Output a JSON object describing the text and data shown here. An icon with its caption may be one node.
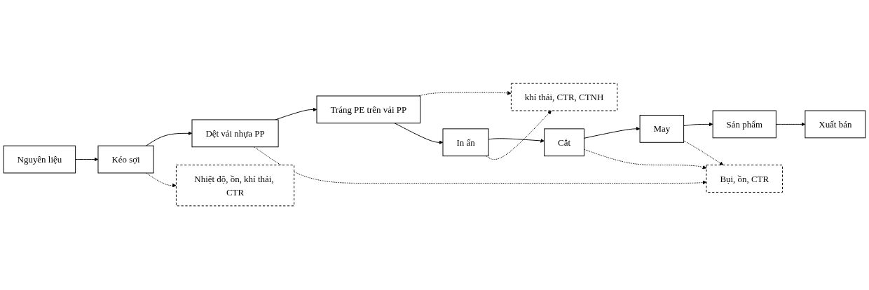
{
  "diagram": {
    "nodes": [
      {
        "text": [
          "Nguyên liệu"
        ]
      },
      {
        "text": [
          "Kéo sợi"
        ]
      },
      {
        "text": [
          "Dệt vải nhựa PP"
        ]
      },
      {
        "text": [
          "Tráng PE trên vải PP"
        ]
      },
      {
        "text": [
          "Nhiệt độ, ồn, khí thải, CTR"
        ]
      },
      {
        "text": [
          "Bụi, ồn, CTR"
        ]
      },
      {
        "text": [
          "khí thải, CTR, CTNH"
        ]
      },
      {
        "text": [
          "Xuất bán"
        ]
      },
      {
        "text": [
          "Sản phẩm"
        ]
      },
      {
        "text": [
          "May"
        ]
      },
      {
        "text": [
          "Cắt"
        ]
      },
      {
        "text": [
          "In ấn"
        ]
      }
    ],
    "edges": [
      {
        "from": 0,
        "to": 1,
        "arrow": "to"
      },
      {
        "from": 1,
        "to": 2,
        "arrow": "to"
      },
      {
        "from": 2,
        "to": 3,
        "arrow": "to"
      },
      {
        "from": 1,
        "to": 4,
        "arrow": "to",
        "style": "dashed"
      },
      {
        "from": 2,
        "to": 5,
        "arrow": "to",
        "style": "dashed"
      },
      {
        "from": 3,
        "to": 6,
        "arrow": "to",
        "style": "dashed"
      },
      {
        "from": 3,
        "to": 11,
        "arrow": "to"
      },
      {
        "from": 11,
        "to": 10,
        "arrow": "to"
      },
      {
        "from": 10,
        "to": 9,
        "arrow": "to"
      },
      {
        "from": 9,
        "to": 8,
        "arrow": "to"
      },
      {
        "from": 8,
        "to": 7,
        "arrow": "to"
      },
      {
        "from": 9,
        "to": 5,
        "arrow": "to",
        "style": "dashed"
      },
      {
        "from": 10,
        "to": 5,
        "arrow": "to",
        "style": "dashed"
      },
      {
        "from": 11,
        "to": 6,
        "arrow": "to",
        "style": "dashed"
      }
    ]
  }
}
